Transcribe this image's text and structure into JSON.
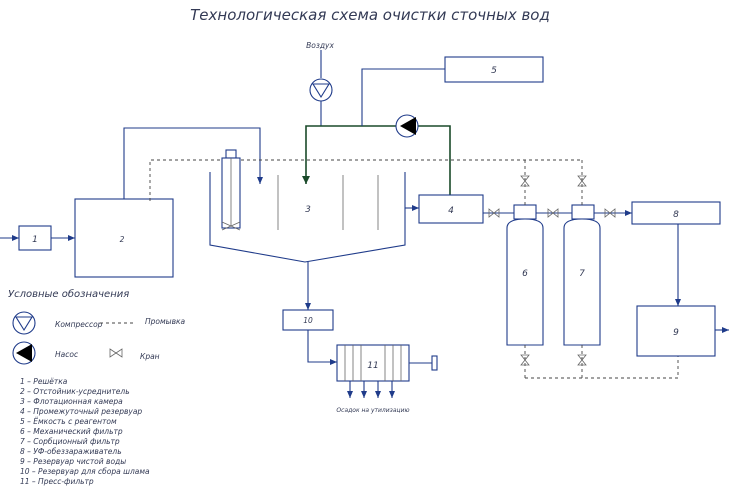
{
  "title": "Технологическая схема очистки сточных вод",
  "labels": {
    "air": "Воздух",
    "n1": "1",
    "n2": "2",
    "n3": "3",
    "n4": "4",
    "n5": "5",
    "n6": "6",
    "n7": "7",
    "n8": "8",
    "n9": "9",
    "n10": "10",
    "n11": "11",
    "sludge": "Осадок на утилизацию"
  },
  "legend": {
    "heading": "Условные обозначения",
    "compressor": "Компрессор",
    "pump": "Насос",
    "flushing": "Промывка",
    "valve": "Кран"
  },
  "items": [
    "1 – Решётка",
    "2 – Отстойник-усреднитель",
    "3 – Флотационная камера",
    "4 – Промежуточный резервуар",
    "5 – Ёмкость с реагентом",
    "6 – Механический фильтр",
    "7 – Сорбционный фильтр",
    "8 – УФ-обеззараживатель",
    "9 – Резервуар чистой воды",
    "10 – Резервуар для сбора шлама",
    "11 – Пресс-фильтр"
  ]
}
